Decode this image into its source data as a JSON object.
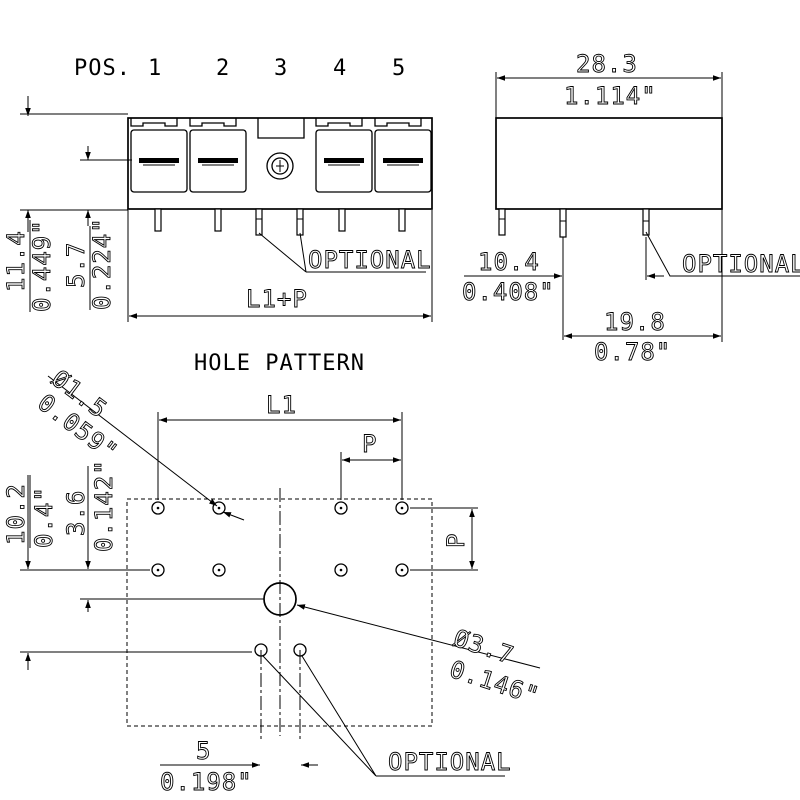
{
  "drawing": {
    "front_view": {
      "pos_label": "POS.",
      "positions": [
        "1",
        "2",
        "3",
        "4",
        "5"
      ],
      "optional_label": "OPTIONAL",
      "height_mm": "11.4",
      "height_in": "0.449\"",
      "pin_height_mm": "5.7",
      "pin_height_in": "0.224\"",
      "length_label": "L1+P"
    },
    "side_view": {
      "width_mm": "28.3",
      "width_in": "1.114\"",
      "offset_mm": "10.4",
      "offset_in": "0.408\"",
      "depth_mm": "19.8",
      "depth_in": "0.78\"",
      "optional_label": "OPTIONAL"
    },
    "hole_pattern": {
      "title": "HOLE PATTERN",
      "hole_dia_mm": "Ø1.5",
      "hole_dia_in": "0.059\"",
      "pitch_total_label": "L1",
      "pitch_label": "P",
      "row_spacing_mm": "10.2",
      "row_spacing_in": "0.4\"",
      "peg_offset_mm": "3.6",
      "peg_offset_in": "0.142\"",
      "peg_dia_mm": "Ø3.7",
      "peg_dia_in": "0.146\"",
      "optional_spacing_mm": "5",
      "optional_spacing_in": "0.198\"",
      "optional_label": "OPTIONAL"
    }
  }
}
